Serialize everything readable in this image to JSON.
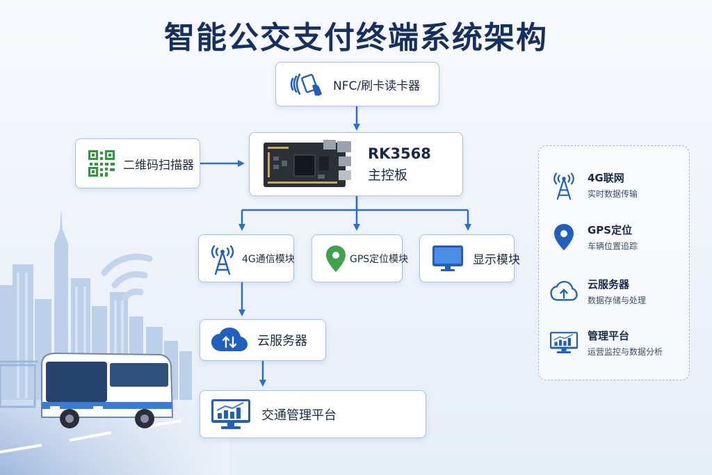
{
  "title": "智能公交支付终端系统架构",
  "nodes": {
    "nfc_reader": "NFC/刷卡读卡器",
    "qr_scanner": "二维码扫描器",
    "board_line1": "RK3568",
    "board_line2": "主控板",
    "module_4g": "4G通信模块",
    "module_gps": "GPS定位模块",
    "module_display": "显示模块",
    "cloud_server": "云服务器",
    "traffic_platform": "交通管理平台"
  },
  "legend": [
    {
      "title": "4G联网",
      "desc": "实时数据传输",
      "icon": "cell-tower-icon"
    },
    {
      "title": "GPS定位",
      "desc": "车辆位置追踪",
      "icon": "location-pin-icon"
    },
    {
      "title": "云服务器",
      "desc": "数据存储与处理",
      "icon": "cloud-upload-icon"
    },
    {
      "title": "管理平台",
      "desc": "运营监控与数据分析",
      "icon": "monitor-chart-icon"
    }
  ],
  "colors": {
    "title": "#15305f",
    "arrow": "#2a6fd4",
    "icon_blue": "#1f5fbf",
    "qr_green": "#2e9a3c",
    "gps_green": "#3fa34d"
  }
}
